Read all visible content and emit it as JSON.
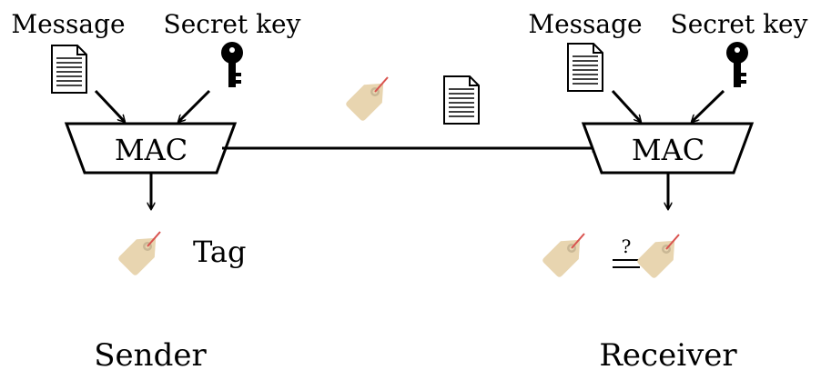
{
  "sender": {
    "message_label": "Message",
    "secret_key_label": "Secret key",
    "mac_label": "MAC",
    "tag_label": "Tag",
    "role_label": "Sender"
  },
  "receiver": {
    "message_label": "Message",
    "secret_key_label": "Secret key",
    "mac_label": "MAC",
    "compare_symbol": "?",
    "role_label": "Receiver"
  },
  "colors": {
    "tag_fill": "#e8d5b0",
    "tag_hole_ring": "#b9a888",
    "tag_string": "#d9534f",
    "line": "#000000"
  },
  "icons": {
    "message": "document-icon",
    "secret_key": "key-icon",
    "tag": "tag-icon"
  }
}
